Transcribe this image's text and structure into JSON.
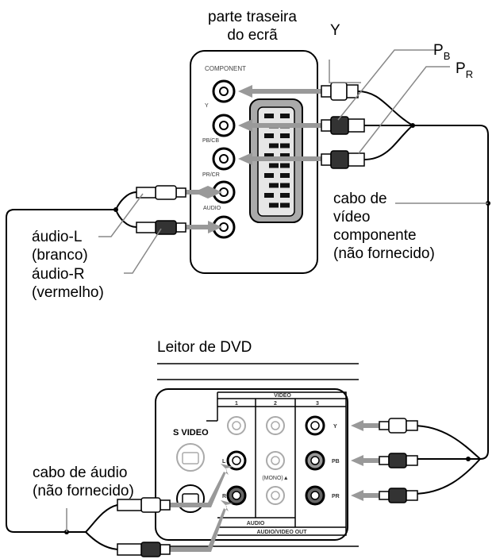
{
  "screen": {
    "title_line1": "parte traseira",
    "title_line2": "do ecrã",
    "panel_label": "COMPONENT",
    "jack_y": "Y",
    "jack_pb": "PB/CB",
    "jack_pr": "PR/CR",
    "jack_audio": "AUDIO"
  },
  "cable_labels": {
    "y": "Y",
    "pb_main": "P",
    "pb_sub": "B",
    "pr_main": "P",
    "pr_sub": "R",
    "video_cable_1": "cabo de",
    "video_cable_2": "vídeo",
    "video_cable_3": "componente",
    "video_cable_4": "(não fornecido)",
    "audio_l_1": "áudio-L",
    "audio_l_2": "(branco)",
    "audio_r_1": "áudio-R",
    "audio_r_2": "(vermelho)",
    "audio_cable_1": "cabo de áudio",
    "audio_cable_2": "(não fornecido)"
  },
  "dvd": {
    "title": "Leitor de DVD",
    "video_header": "VIDEO",
    "col1": "1",
    "col2": "2",
    "col3": "3",
    "s_video": "S VIDEO",
    "jack_l": "L",
    "jack_r": "R",
    "mono": "(MONO)▲",
    "audio": "AUDIO",
    "out": "AUDIO/VIDEO OUT",
    "y": "Y",
    "pb": "PB",
    "pr": "PR"
  }
}
